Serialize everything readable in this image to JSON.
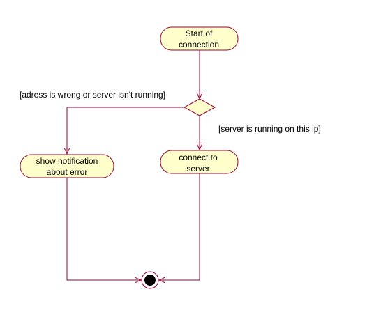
{
  "colors": {
    "node_fill": "#ffffcc",
    "node_stroke": "#990033",
    "edge_stroke": "#990033",
    "final_fill": "#000000"
  },
  "nodes": {
    "start": {
      "line1": "Start of",
      "line2": "connection"
    },
    "show_error": {
      "line1": "show notification",
      "line2": "about error"
    },
    "connect": {
      "line1": "connect to",
      "line2": "server"
    }
  },
  "guards": {
    "wrong": "[adress is wrong or server isn't running]",
    "running": "[server is running on this ip]"
  }
}
